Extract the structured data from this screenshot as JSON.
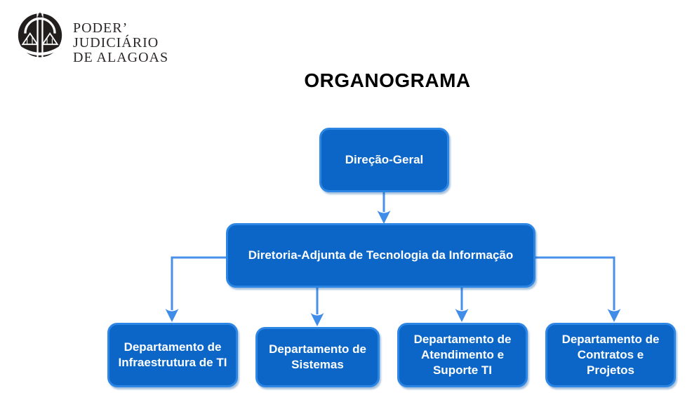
{
  "header": {
    "logo": {
      "icon": "justice-scales-emblem",
      "lines": [
        "PODER’",
        "JUDICIÁRIO",
        "DE ALAGOAS"
      ]
    },
    "title": "ORGANOGRAMA"
  },
  "org_chart": {
    "root": {
      "label": "Direção-Geral"
    },
    "level2": {
      "label": "Diretoria-Adjunta de Tecnologia da Informação"
    },
    "departments": [
      {
        "label": "Departamento de Infraestrutura de TI"
      },
      {
        "label": "Departamento de Sistemas"
      },
      {
        "label": "Departamento de Atendimento e Suporte TI"
      },
      {
        "label": "Departamento de Contratos e Projetos"
      }
    ],
    "hierarchy": [
      {
        "from": "Direção-Geral",
        "to": "Diretoria-Adjunta de Tecnologia da Informação"
      },
      {
        "from": "Diretoria-Adjunta de Tecnologia da Informação",
        "to": "Departamento de Infraestrutura de TI"
      },
      {
        "from": "Diretoria-Adjunta de Tecnologia da Informação",
        "to": "Departamento de Sistemas"
      },
      {
        "from": "Diretoria-Adjunta de Tecnologia da Informação",
        "to": "Departamento de Atendimento e Suporte TI"
      },
      {
        "from": "Diretoria-Adjunta de Tecnologia da Informação",
        "to": "Departamento de Contratos e Projetos"
      }
    ]
  },
  "colors": {
    "node_fill": "#0b66c8",
    "node_border": "#2e86e4",
    "node_text": "#ffffff",
    "connector": "#4a90e8",
    "title_text": "#000000",
    "logo_ink": "#221e1e"
  }
}
